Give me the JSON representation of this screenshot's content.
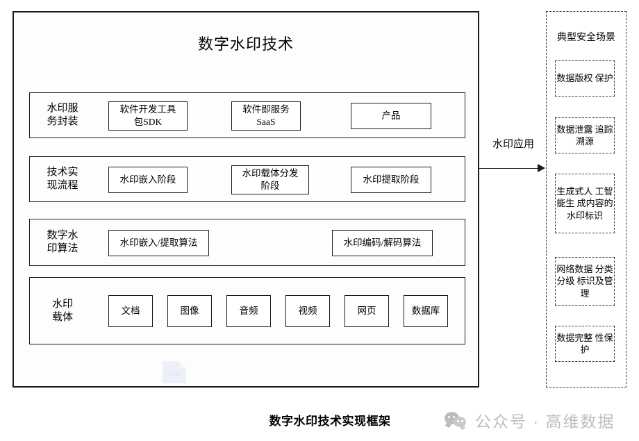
{
  "diagram": {
    "title": "数字水印技术",
    "caption": "数字水印技术实现框架",
    "watermark_logo_text": "SAC",
    "arrow_label": "水印应用",
    "accent_color": "#1a1a1a",
    "brand_color": "#bdbdbd",
    "layers": [
      {
        "label": "水印服\n务封装",
        "label_line1": "水印服",
        "label_line2": "务封装",
        "nodes": [
          {
            "line1": "软件开发工具",
            "line2": "包SDK"
          },
          {
            "line1": "软件即服务",
            "line2": "SaaS"
          },
          {
            "line1": "产品",
            "line2": ""
          }
        ]
      },
      {
        "label_line1": "技术实",
        "label_line2": "现流程",
        "nodes": [
          {
            "line1": "水印嵌入阶段",
            "line2": ""
          },
          {
            "line1": "水印载体分发",
            "line2": "阶段"
          },
          {
            "line1": "水印提取阶段",
            "line2": ""
          }
        ]
      },
      {
        "label_line1": "数字水",
        "label_line2": "印算法",
        "nodes": [
          {
            "line1": "水印嵌入/提取算法",
            "line2": ""
          },
          {
            "line1": "水印编码/解码算法",
            "line2": ""
          }
        ]
      },
      {
        "label_line1": "水印",
        "label_line2": "载体",
        "nodes": [
          {
            "line1": "文档",
            "line2": ""
          },
          {
            "line1": "图像",
            "line2": ""
          },
          {
            "line1": "音频",
            "line2": ""
          },
          {
            "line1": "视频",
            "line2": ""
          },
          {
            "line1": "网页",
            "line2": ""
          },
          {
            "line1": "数据库",
            "line2": ""
          }
        ]
      }
    ],
    "scenarios": {
      "title": "典型安全场景",
      "items": [
        {
          "l1": "数据版权",
          "l2": "保护",
          "l3": "",
          "l4": ""
        },
        {
          "l1": "数据泄露",
          "l2": "追踪溯源",
          "l3": "",
          "l4": ""
        },
        {
          "l1": "生成式人",
          "l2": "工智能生",
          "l3": "成内容的",
          "l4": "水印标识"
        },
        {
          "l1": "网络数据",
          "l2": "分类分级",
          "l3": "标识及管理",
          "l4": ""
        },
        {
          "l1": "数据完整",
          "l2": "性保护",
          "l3": "",
          "l4": ""
        }
      ]
    },
    "brand": {
      "text": "公众号 · 高维数据"
    }
  }
}
